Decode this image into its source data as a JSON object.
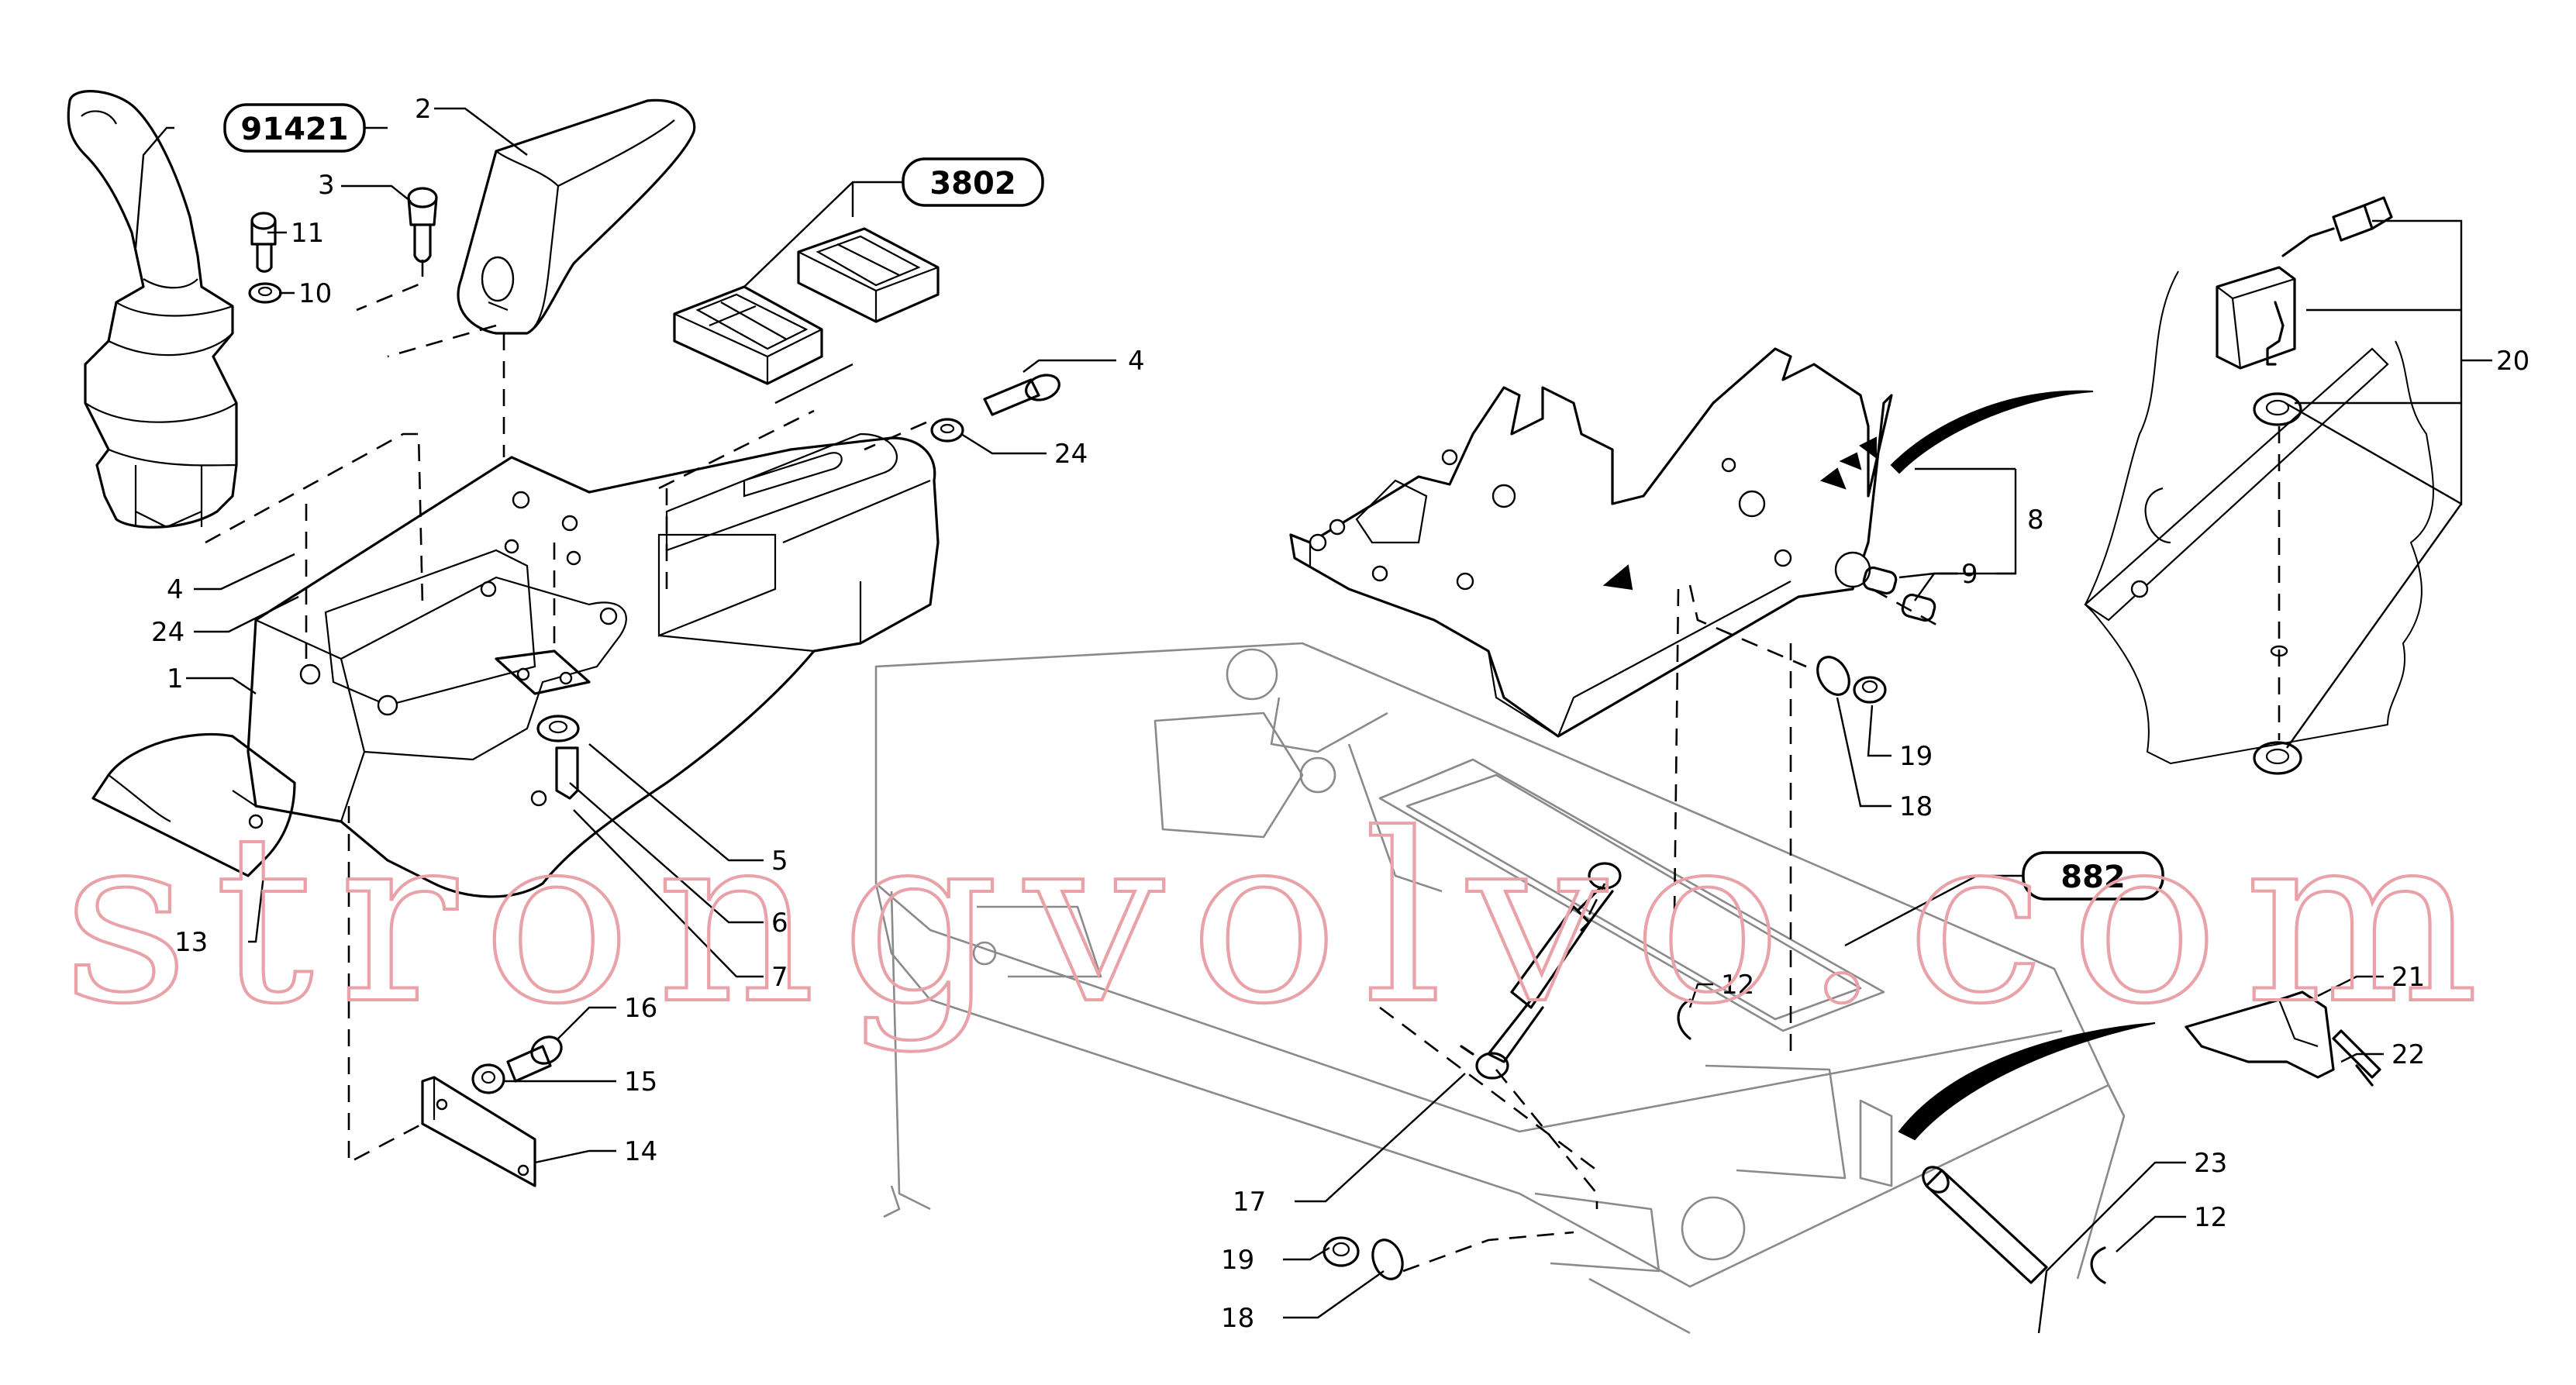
{
  "refs": {
    "r91421": "91421",
    "r3802": "3802",
    "r882": "882"
  },
  "callouts": {
    "c2": "2",
    "c3": "3",
    "c11": "11",
    "c10": "10",
    "c4a": "4",
    "c24a": "24",
    "c4b": "4",
    "c24b": "24",
    "c1": "1",
    "c13": "13",
    "c5": "5",
    "c6": "6",
    "c7": "7",
    "c16": "16",
    "c15": "15",
    "c14": "14",
    "c8": "8",
    "c9": "9",
    "c19a": "19",
    "c18a": "18",
    "c20": "20",
    "c12a": "12",
    "c21": "21",
    "c22": "22",
    "c23": "23",
    "c12b": "12",
    "c17": "17",
    "c19b": "19",
    "c18b": "18"
  },
  "watermark": "strongvolvo.com",
  "colors": {
    "ink": "#000000",
    "frame": "#8a8a8a",
    "watermark": "#e8a2a8",
    "background": "#ffffff"
  }
}
